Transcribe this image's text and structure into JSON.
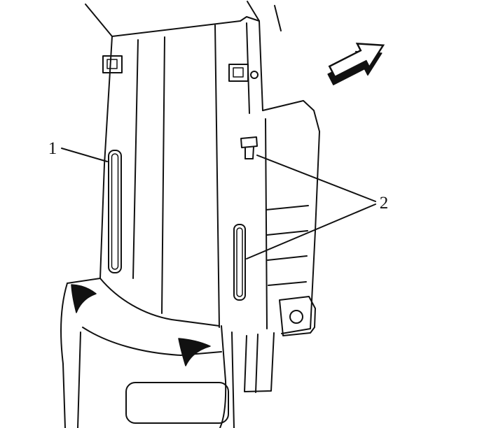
{
  "figure": {
    "type": "technical-illustration",
    "background_color": "#ffffff",
    "line_color": "#111111"
  },
  "callouts": [
    {
      "label": "1"
    },
    {
      "label": "2"
    }
  ],
  "icons": {
    "direction_arrow": "forward-direction-arrow-icon"
  }
}
